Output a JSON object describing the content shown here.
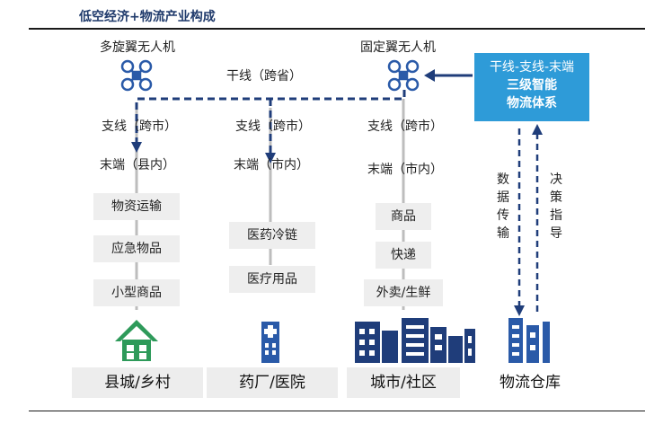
{
  "title": "低空经济+物流产业构成",
  "drones": {
    "multi_rotor": "多旋翼无人机",
    "fixed_wing": "固定翼无人机"
  },
  "trunk_label": "干线（跨省）",
  "system_box": {
    "line1": "干线-支线-末端",
    "line2": "三级智能",
    "line3": "物流体系"
  },
  "columns": [
    {
      "branch": "支线（跨市）",
      "terminal": "末端（县内）",
      "items": [
        "物资运输",
        "应急物品",
        "小型商品"
      ],
      "destination": "县城/乡村",
      "icon": "house-icon"
    },
    {
      "branch": "支线（跨市）",
      "terminal": "末端（市内）",
      "items": [
        "医药冷链",
        "医疗用品"
      ],
      "destination": "药厂/医院",
      "icon": "hospital-icon"
    },
    {
      "branch": "支线（跨市）",
      "terminal": "末端（市内）",
      "items": [
        "商品",
        "快递",
        "外卖/生鲜"
      ],
      "destination": "城市/社区",
      "icon": "city-icon"
    }
  ],
  "warehouse": {
    "label": "物流仓库",
    "icon": "warehouse-icon",
    "data_transfer": "数据传输",
    "decision_guide": "决策指导"
  },
  "colors": {
    "navy": "#1f3d7a",
    "blue_box": "#2e9bd8",
    "green": "#2e9a5a",
    "icon_blue": "#2a5aa8",
    "pill_bg": "#eeeeee"
  }
}
